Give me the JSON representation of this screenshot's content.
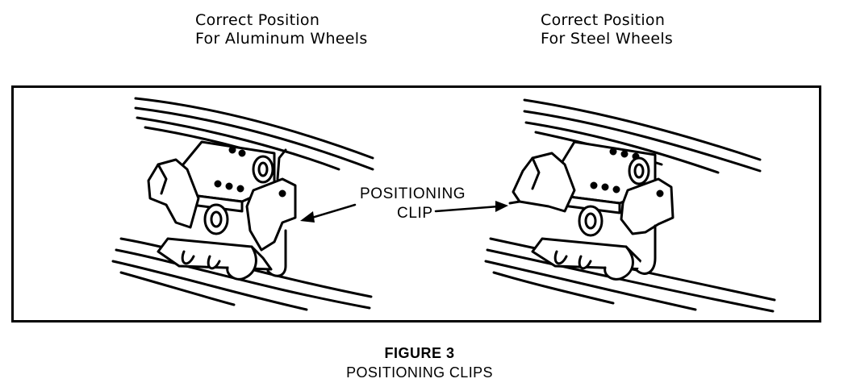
{
  "captions": {
    "left": {
      "line1": "Correct Position",
      "line2": "For Aluminum Wheels"
    },
    "right": {
      "line1": "Correct Position",
      "line2": "For Steel Wheels"
    }
  },
  "callout": {
    "line1": "POSITIONING",
    "line2": "CLIP"
  },
  "figure": {
    "title": "FIGURE 3",
    "subtitle": "POSITIONING CLIPS"
  }
}
